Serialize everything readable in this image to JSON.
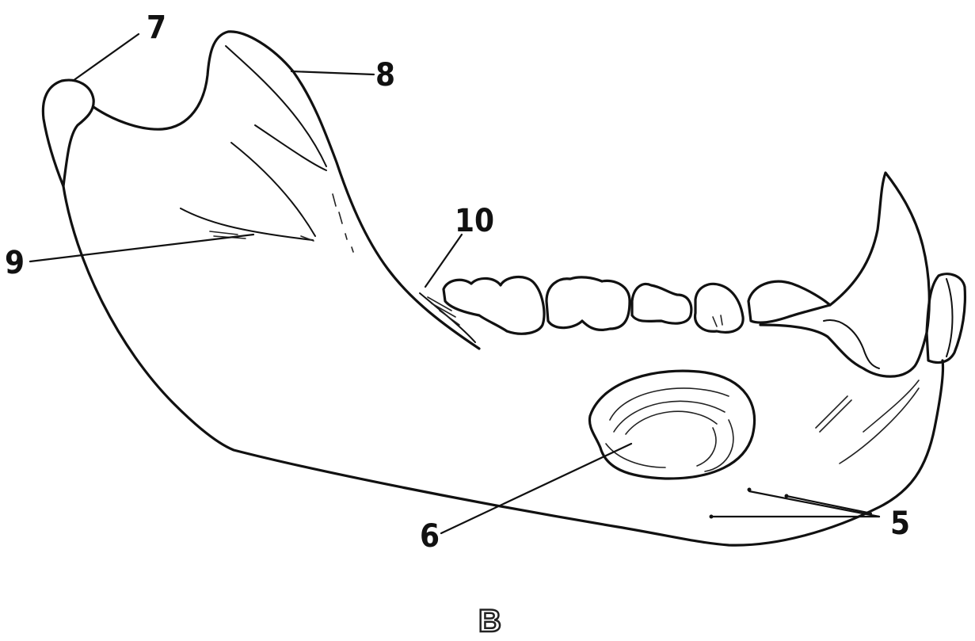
{
  "figure": {
    "labels": {
      "l7": "7",
      "l8": "8",
      "l9": "9",
      "l10": "10",
      "l6": "6",
      "l5": "5"
    },
    "caption": "B"
  },
  "colors": {
    "ink": "#111111",
    "background": "#ffffff"
  }
}
